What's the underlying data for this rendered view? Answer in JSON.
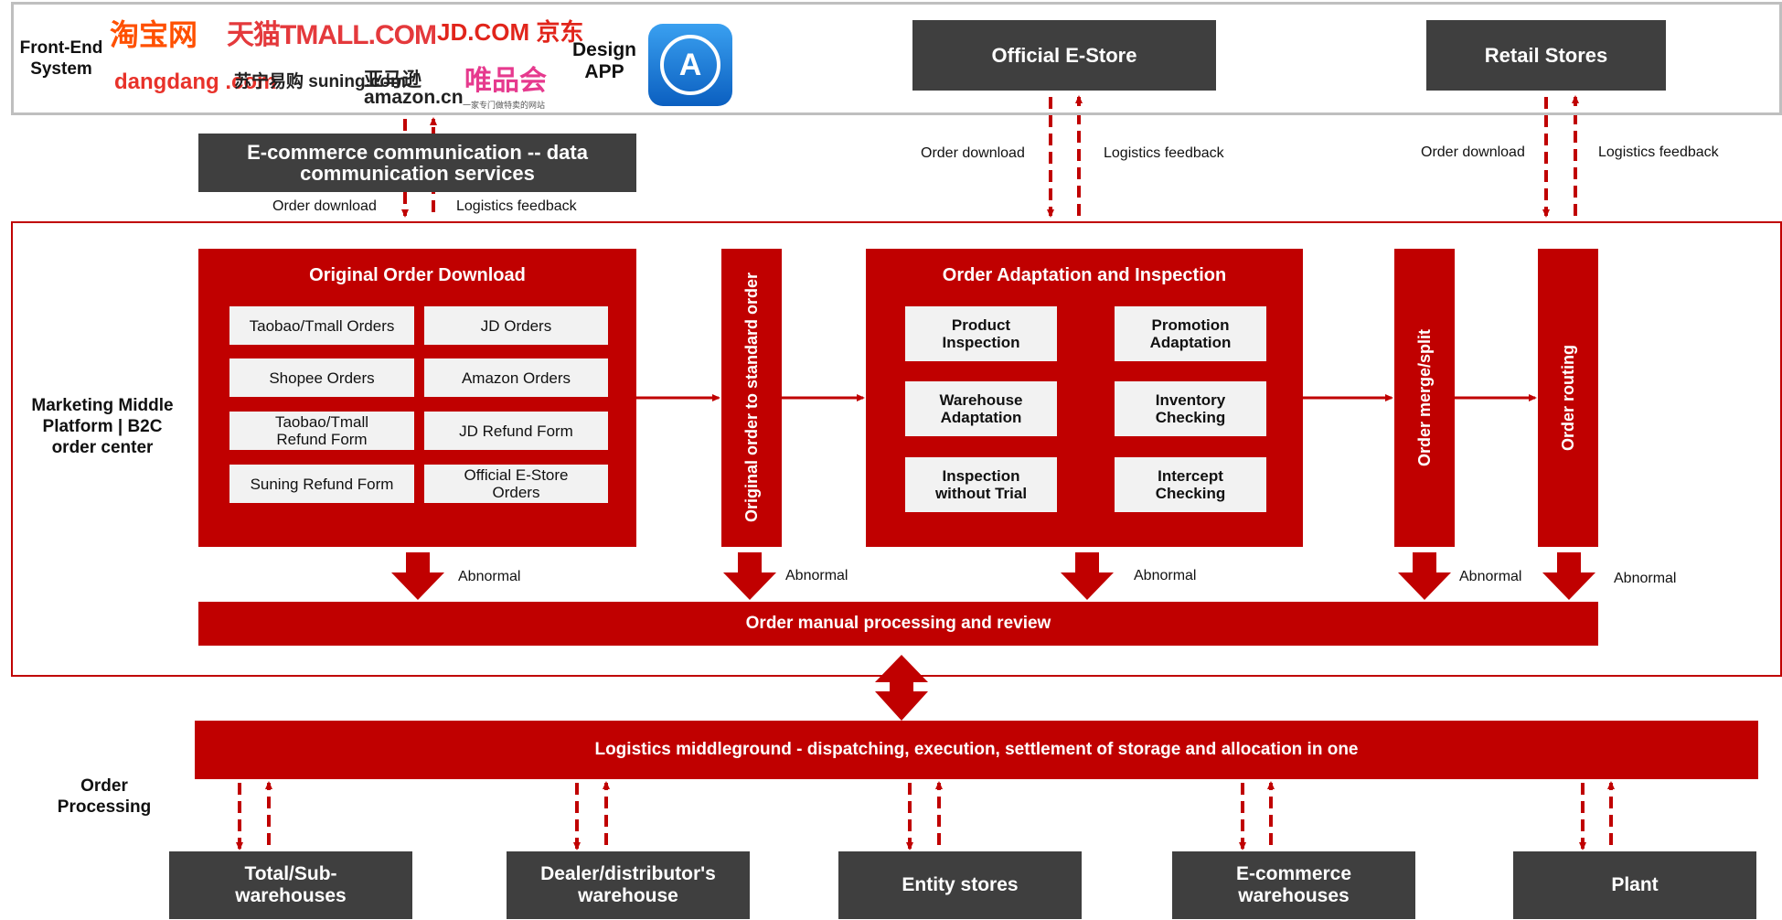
{
  "frontend": {
    "label": "Front-End System",
    "design_app_label": "Design APP",
    "logos": [
      {
        "name": "taobao",
        "text": "淘宝网",
        "color": "#ff5000"
      },
      {
        "name": "tmall",
        "text": "天猫TMALL.COM",
        "color": "#e4393c"
      },
      {
        "name": "jd",
        "text": "JD.COM 京东",
        "color": "#e1251b"
      },
      {
        "name": "dangdang",
        "text": "dangdang .com",
        "color": "#e8322a"
      },
      {
        "name": "suning",
        "text": "苏宁易购 suning.com",
        "color": "#222222"
      },
      {
        "name": "amazon",
        "text": "亚马逊 amazon.cn",
        "color": "#222222"
      },
      {
        "name": "vip",
        "text": "唯品会",
        "color": "#e63a8e"
      },
      {
        "name": "vip_sub",
        "text": "一家专门做特卖的网站",
        "color": "#555555"
      }
    ],
    "app_icon": "app-store-icon"
  },
  "ecomm_comm": "E-commerce communication -- data communication services",
  "official_estore": "Official E-Store",
  "retail_stores": "Retail Stores",
  "flow_labels": {
    "order_download": "Order download",
    "logistics_feedback": "Logistics feedback",
    "abnormal": "Abnormal"
  },
  "platform": {
    "label": "Marketing Middle Platform | B2C order center",
    "original_download": {
      "title": "Original Order Download",
      "items": [
        "Taobao/Tmall Orders",
        "JD Orders",
        "Shopee Orders",
        "Amazon Orders",
        "Taobao/Tmall Refund Form",
        "JD Refund Form",
        "Suning Refund Form",
        "Official  E-Store Orders"
      ]
    },
    "to_standard": "Original order to standard order",
    "adaptation": {
      "title": "Order Adaptation and Inspection",
      "items": [
        "Product Inspection",
        "Promotion Adaptation",
        "Warehouse Adaptation",
        "Inventory Checking",
        "Inspection without Trial",
        "Intercept Checking"
      ]
    },
    "merge_split": "Order merge/split",
    "routing": "Order routing",
    "manual_review": "Order manual processing and review"
  },
  "order_processing": {
    "label": "Order Processing",
    "logistics": "Logistics middleground - dispatching, execution, settlement of storage and allocation in one",
    "destinations": [
      "Total/Sub-warehouses",
      "Dealer/distributor's warehouse",
      "Entity stores",
      "E-commerce warehouses",
      "Plant"
    ]
  },
  "colors": {
    "red": "#c00000",
    "dark": "#3f3f3f",
    "light_box": "#f2f2f2",
    "frame_gray": "#bfbfbf"
  }
}
